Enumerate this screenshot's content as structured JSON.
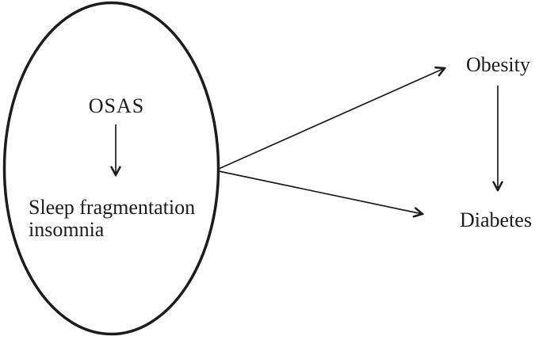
{
  "diagram": {
    "ellipse": {
      "title": "OSAS",
      "subtitle_line1": "Sleep fragmentation",
      "subtitle_line2": "insomnia"
    },
    "nodes": {
      "obesity": "Obesity",
      "diabetes": "Diabetes"
    },
    "relations": [
      "OSAS -> Sleep fragmentation insomnia",
      "ellipse -> Obesity",
      "ellipse -> Diabetes",
      "Obesity -> Diabetes"
    ]
  },
  "colors": {
    "ink": "#1c1c1c",
    "background": "#ffffff"
  }
}
